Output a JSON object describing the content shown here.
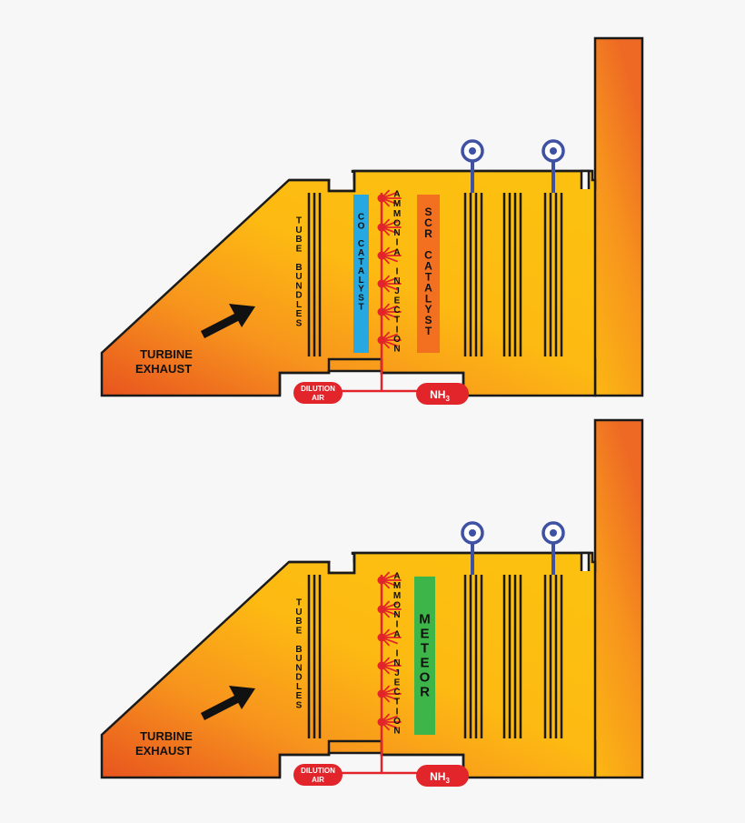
{
  "colors": {
    "duct_gradient": [
      "#e8541f",
      "#f7941d",
      "#fdba12",
      "#fcc20f"
    ],
    "outline": "#1a1a1a",
    "co_catalyst": "#27a8e0",
    "scr_catalyst": "#f37021",
    "meteor": "#3db549",
    "injection_red": "#e2242b",
    "sensor_blue": "#3f51a3",
    "background": "#f7f7f8"
  },
  "diagrams": [
    {
      "turbine_label": [
        "TURBINE",
        "EXHAUST"
      ],
      "tube_bundles_label": "TUBE BUNDLES",
      "injection_label": "AMMONIA INJECTION",
      "catalyst_1": {
        "label": "CO CATALYST",
        "color": "co_catalyst"
      },
      "catalyst_2": {
        "label": "SCR CATALYST",
        "color": "scr_catalyst"
      },
      "dilution_label": [
        "DILUTION",
        "AIR"
      ],
      "nh3_label": {
        "main": "NH",
        "sub": "3"
      },
      "arrow_icon": "arrow-up-right-icon",
      "sensor_icon": "sensor-probe-icon"
    },
    {
      "turbine_label": [
        "TURBINE",
        "EXHAUST"
      ],
      "tube_bundles_label": "TUBE BUNDLES",
      "injection_label": "AMMONIA INJECTION",
      "catalyst_1": null,
      "catalyst_2": {
        "label": "METEOR",
        "color": "meteor"
      },
      "dilution_label": [
        "DILUTION",
        "AIR"
      ],
      "nh3_label": {
        "main": "NH",
        "sub": "3"
      },
      "arrow_icon": "arrow-up-right-icon",
      "sensor_icon": "sensor-probe-icon"
    }
  ]
}
